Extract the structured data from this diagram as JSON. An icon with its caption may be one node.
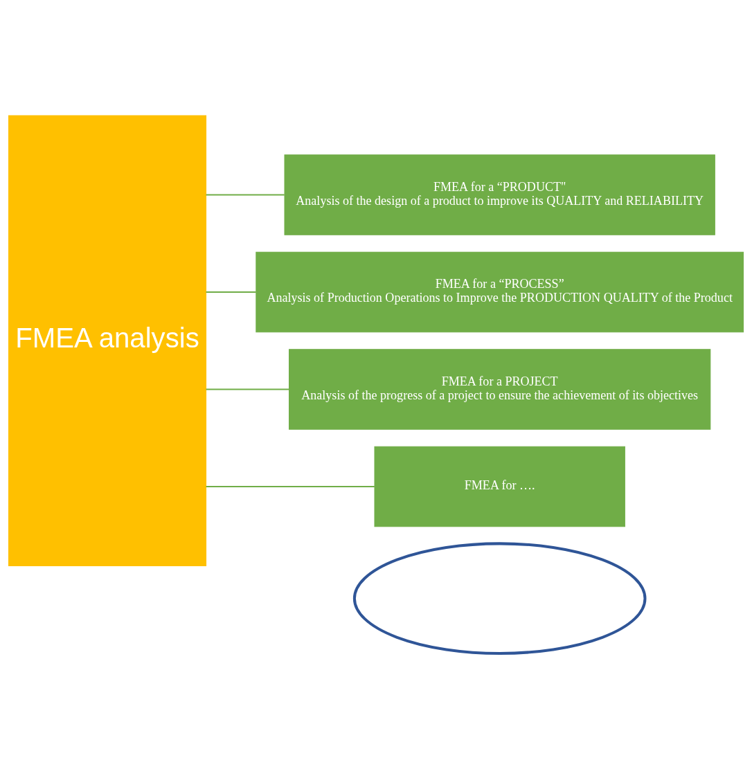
{
  "diagram": {
    "nodes": [
      {
        "text": [
          "FMEA analysis"
        ]
      },
      {
        "text": [
          "FMEA for a “PRODUCT\"",
          "Analysis of the design of a product to improve its QUALITY and RELIABILITY"
        ]
      },
      {
        "text": [
          "FMEA for a “PROCESS”",
          "Analysis of Production Operations to Improve the PRODUCTION QUALITY of the Product"
        ]
      },
      {
        "text": [
          "FMEA for a PROJECT",
          "Analysis of the progress of a project to ensure the achievement of its objectives"
        ]
      },
      {
        "text": [
          "FMEA for …."
        ]
      },
      {
        "text": [],
        "shape": "ellipse"
      }
    ],
    "edges": [
      {
        "from": 0,
        "to": 1,
        "arrow": "none"
      },
      {
        "from": 0,
        "to": 2,
        "arrow": "none"
      },
      {
        "from": 0,
        "to": 3,
        "arrow": "none"
      },
      {
        "from": 0,
        "to": 4,
        "arrow": "none"
      }
    ]
  }
}
